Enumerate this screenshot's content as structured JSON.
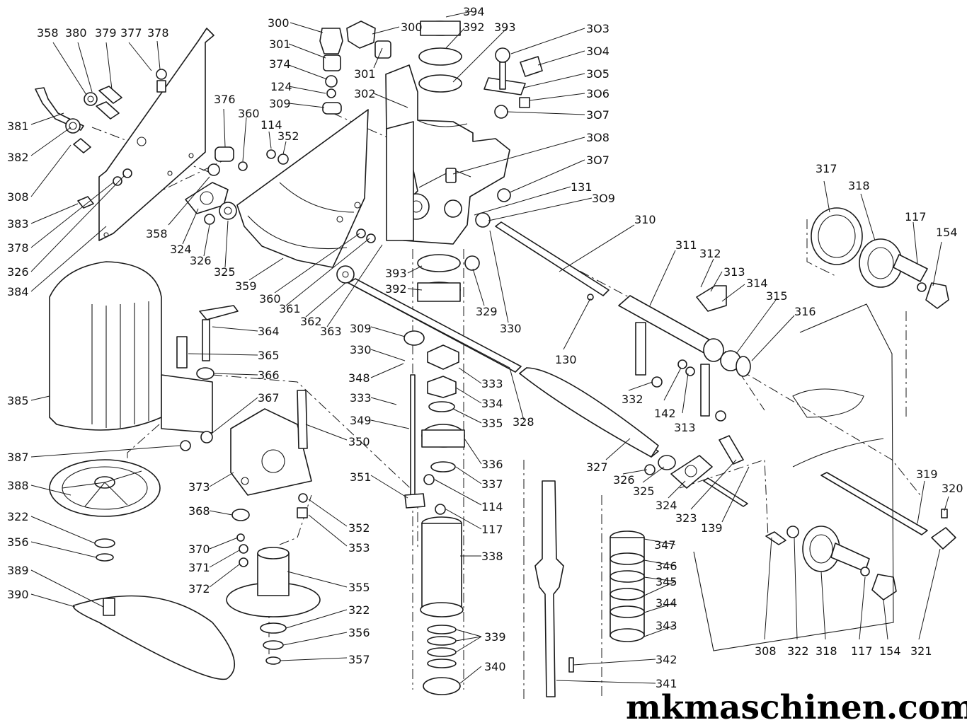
{
  "watermark": "mkmaschinen.com",
  "callouts": [
    {
      "id": "c-358-a",
      "text": "358"
    },
    {
      "id": "c-380",
      "text": "380"
    },
    {
      "id": "c-379",
      "text": "379"
    },
    {
      "id": "c-377",
      "text": "377"
    },
    {
      "id": "c-378-a",
      "text": "378"
    },
    {
      "id": "c-381",
      "text": "381"
    },
    {
      "id": "c-382",
      "text": "382"
    },
    {
      "id": "c-308-a",
      "text": "308"
    },
    {
      "id": "c-383",
      "text": "383"
    },
    {
      "id": "c-378-b",
      "text": "378"
    },
    {
      "id": "c-326-a",
      "text": "326"
    },
    {
      "id": "c-384",
      "text": "384"
    },
    {
      "id": "c-376",
      "text": "376"
    },
    {
      "id": "c-360-a",
      "text": "360"
    },
    {
      "id": "c-114-a",
      "text": "114"
    },
    {
      "id": "c-352-a",
      "text": "352"
    },
    {
      "id": "c-358-b",
      "text": "358"
    },
    {
      "id": "c-324-a",
      "text": "324"
    },
    {
      "id": "c-326-b",
      "text": "326"
    },
    {
      "id": "c-325-a",
      "text": "325"
    },
    {
      "id": "c-359",
      "text": "359"
    },
    {
      "id": "c-360-b",
      "text": "360"
    },
    {
      "id": "c-361",
      "text": "361"
    },
    {
      "id": "c-362",
      "text": "362"
    },
    {
      "id": "c-363",
      "text": "363"
    },
    {
      "id": "c-300-a",
      "text": "300"
    },
    {
      "id": "c-300-b",
      "text": "300"
    },
    {
      "id": "c-301-a",
      "text": "301"
    },
    {
      "id": "c-301-b",
      "text": "301"
    },
    {
      "id": "c-374",
      "text": "374"
    },
    {
      "id": "c-124",
      "text": "124"
    },
    {
      "id": "c-309-a",
      "text": "309"
    },
    {
      "id": "c-394",
      "text": "394"
    },
    {
      "id": "c-392-a",
      "text": "392"
    },
    {
      "id": "c-393-a",
      "text": "393"
    },
    {
      "id": "c-302",
      "text": "302"
    },
    {
      "id": "c-303",
      "text": "3O3"
    },
    {
      "id": "c-304",
      "text": "3O4"
    },
    {
      "id": "c-305",
      "text": "3O5"
    },
    {
      "id": "c-306",
      "text": "3O6"
    },
    {
      "id": "c-307-a",
      "text": "3O7"
    },
    {
      "id": "c-308-b",
      "text": "3O8"
    },
    {
      "id": "c-307-b",
      "text": "3O7"
    },
    {
      "id": "c-131",
      "text": "131"
    },
    {
      "id": "c-309-b",
      "text": "3O9"
    },
    {
      "id": "c-393-b",
      "text": "393"
    },
    {
      "id": "c-392-b",
      "text": "392"
    },
    {
      "id": "c-329",
      "text": "329"
    },
    {
      "id": "c-330-a",
      "text": "330"
    },
    {
      "id": "c-309-c",
      "text": "309"
    },
    {
      "id": "c-330-b",
      "text": "330"
    },
    {
      "id": "c-348",
      "text": "348"
    },
    {
      "id": "c-333-a",
      "text": "333"
    },
    {
      "id": "c-333-b",
      "text": "333"
    },
    {
      "id": "c-334",
      "text": "334"
    },
    {
      "id": "c-349",
      "text": "349"
    },
    {
      "id": "c-335",
      "text": "335"
    },
    {
      "id": "c-328",
      "text": "328"
    },
    {
      "id": "c-350",
      "text": "350"
    },
    {
      "id": "c-336",
      "text": "336"
    },
    {
      "id": "c-351",
      "text": "351"
    },
    {
      "id": "c-337",
      "text": "337"
    },
    {
      "id": "c-114-b",
      "text": "114"
    },
    {
      "id": "c-117-a",
      "text": "117"
    },
    {
      "id": "c-352-b",
      "text": "352"
    },
    {
      "id": "c-353",
      "text": "353"
    },
    {
      "id": "c-338",
      "text": "338"
    },
    {
      "id": "c-355",
      "text": "355"
    },
    {
      "id": "c-322-a",
      "text": "322"
    },
    {
      "id": "c-356-a",
      "text": "356"
    },
    {
      "id": "c-357",
      "text": "357"
    },
    {
      "id": "c-339",
      "text": "339"
    },
    {
      "id": "c-340",
      "text": "340"
    },
    {
      "id": "c-342",
      "text": "342"
    },
    {
      "id": "c-341",
      "text": "341"
    },
    {
      "id": "c-310",
      "text": "310"
    },
    {
      "id": "c-311",
      "text": "311"
    },
    {
      "id": "c-312",
      "text": "312"
    },
    {
      "id": "c-313-a",
      "text": "313"
    },
    {
      "id": "c-314",
      "text": "314"
    },
    {
      "id": "c-315",
      "text": "315"
    },
    {
      "id": "c-316",
      "text": "316"
    },
    {
      "id": "c-130",
      "text": "130"
    },
    {
      "id": "c-332",
      "text": "332"
    },
    {
      "id": "c-142",
      "text": "142"
    },
    {
      "id": "c-313-b",
      "text": "313"
    },
    {
      "id": "c-327",
      "text": "327"
    },
    {
      "id": "c-326-c",
      "text": "326"
    },
    {
      "id": "c-325-b",
      "text": "325"
    },
    {
      "id": "c-324-b",
      "text": "324"
    },
    {
      "id": "c-323",
      "text": "323"
    },
    {
      "id": "c-139",
      "text": "139"
    },
    {
      "id": "c-317",
      "text": "317"
    },
    {
      "id": "c-318-a",
      "text": "318"
    },
    {
      "id": "c-117-b",
      "text": "117"
    },
    {
      "id": "c-154-a",
      "text": "154"
    },
    {
      "id": "c-319",
      "text": "319"
    },
    {
      "id": "c-320",
      "text": "320"
    },
    {
      "id": "c-308-c",
      "text": "308"
    },
    {
      "id": "c-322-b",
      "text": "322"
    },
    {
      "id": "c-318-b",
      "text": "318"
    },
    {
      "id": "c-117-c",
      "text": "117"
    },
    {
      "id": "c-154-b",
      "text": "154"
    },
    {
      "id": "c-321",
      "text": "321"
    },
    {
      "id": "c-347",
      "text": "347"
    },
    {
      "id": "c-346",
      "text": "346"
    },
    {
      "id": "c-345",
      "text": "345"
    },
    {
      "id": "c-344",
      "text": "344"
    },
    {
      "id": "c-343",
      "text": "343"
    },
    {
      "id": "c-364",
      "text": "364"
    },
    {
      "id": "c-365",
      "text": "365"
    },
    {
      "id": "c-366",
      "text": "366"
    },
    {
      "id": "c-367",
      "text": "367"
    },
    {
      "id": "c-385",
      "text": "385"
    },
    {
      "id": "c-387",
      "text": "387"
    },
    {
      "id": "c-388",
      "text": "388"
    },
    {
      "id": "c-373",
      "text": "373"
    },
    {
      "id": "c-368",
      "text": "368"
    },
    {
      "id": "c-322-c",
      "text": "322"
    },
    {
      "id": "c-356-b",
      "text": "356"
    },
    {
      "id": "c-370",
      "text": "370"
    },
    {
      "id": "c-371",
      "text": "371"
    },
    {
      "id": "c-372",
      "text": "372"
    },
    {
      "id": "c-389",
      "text": "389"
    },
    {
      "id": "c-390",
      "text": "390"
    }
  ]
}
